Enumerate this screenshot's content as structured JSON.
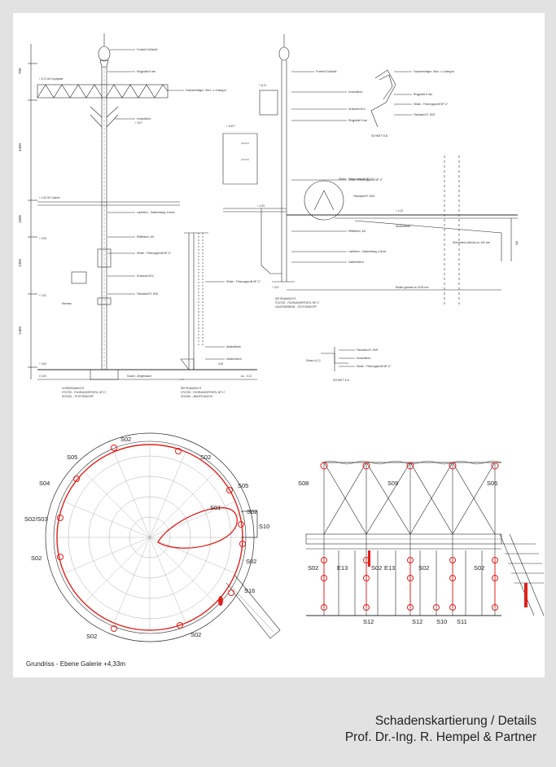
{
  "drawing": {
    "views": {
      "front": [
        "VORDERANSICHT",
        "STÜTZE - FÜHRUNGSPROFIL NP 17",
        "SOCKEL - STÜTZENKOPF"
      ],
      "side_base": [
        "SEITENANSICHT",
        "STÜTZE - FÜHRUNGSPROFIL NP 17",
        "SOCKEL - MANTELBLECH"
      ],
      "side_gallery": [
        "SEITENANSICHT",
        "STÜTZE - FÜHRUNGSPROFIL NP 17",
        "GALERIEEBENE - STÜTZENKOPF"
      ],
      "section_b": "SCHNITT B-B",
      "section_a": "SCHNITT A-A"
    },
    "levels": [
      "+ 8,73  UK Kopfplatte",
      "+ 5,07",
      "+ 4,33  OK Galerie",
      "+ 2,90",
      "+ 1,51",
      "+ 0,00",
      "± 0,00",
      "+ 8,73",
      "+ 5,327",
      "+ 4,33",
      "+ 3,07",
      "+ 4,13",
      "- 0,00",
      "ca. - 0,12"
    ],
    "dimensions": [
      "700",
      "4400",
      "1605",
      "1350",
      "1460",
      "400",
      "600"
    ],
    "notes": {
      "finial": "Formteil Gußstahl",
      "ring_plate": "Ringplatte 8 mm",
      "purlin": "Fachwerkträger: Ober- u. Untergurt",
      "bracket": "Konsolblech",
      "walkway": "Laufblech - Galeriebelag, 4-6mm",
      "chequer": "Riffelblech, 4/6",
      "guide": "Stütze - Führungsprofil NP 17",
      "gallery": "Gallerieblech",
      "frame": "Rahmen",
      "bolts": "Schraube M12",
      "base": "Sockel - Ziegelmauer",
      "flat_steel": "Flachstahl FL 50/5",
      "cover": "Abdeckblech",
      "section_note": "Radius gesamt ca. 5200 mm",
      "deformation": "Deformation (Beule) ca. 400 mm",
      "column_a": "Stütze A-2-3",
      "column_b": "Stütze B-2-3"
    },
    "plan_title": "Grundriss - Ebene Galerie  +4,33m",
    "plan_labels": [
      "S02",
      "S05",
      "S02",
      "S04",
      "S05",
      "S01",
      "S02",
      "S02/S03",
      "S10",
      "S02",
      "S02",
      "S16",
      "S02",
      "S02"
    ],
    "elevation_labels": [
      "S08",
      "S09",
      "S06",
      "S02",
      "E13",
      "S02",
      "E13",
      "S02",
      "S02",
      "S12",
      "S12",
      "S10",
      "S11"
    ]
  },
  "caption": {
    "line1": "Schadenskartierung / Details",
    "line2": "Prof. Dr.-Ing. R. Hempel & Partner"
  },
  "colors": {
    "background": "#e2e2e2",
    "sheet": "#ffffff",
    "linework": "#2b2b2b",
    "damage": "#e0201c"
  }
}
